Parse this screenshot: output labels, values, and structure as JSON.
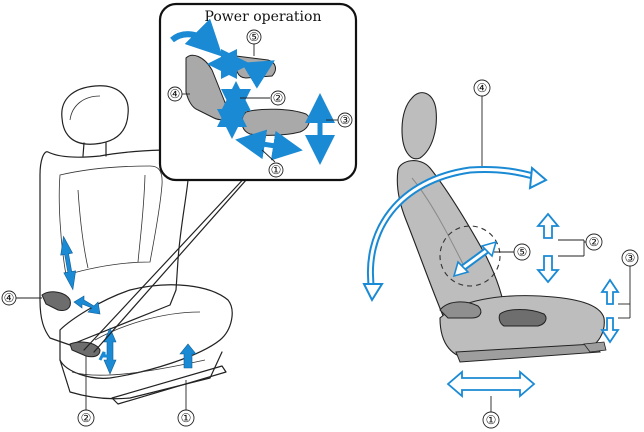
{
  "inset": {
    "title": "Power operation"
  },
  "callouts": {
    "c1": "①",
    "c2": "②",
    "c3": "③",
    "c4": "④",
    "c5": "⑤"
  },
  "colors": {
    "arrow": "#1a8ad4",
    "arrow_light": "#ffffff",
    "seat_gray": "#bdbdbd",
    "seat_dark": "#9e9e9e",
    "outline": "#222222"
  }
}
